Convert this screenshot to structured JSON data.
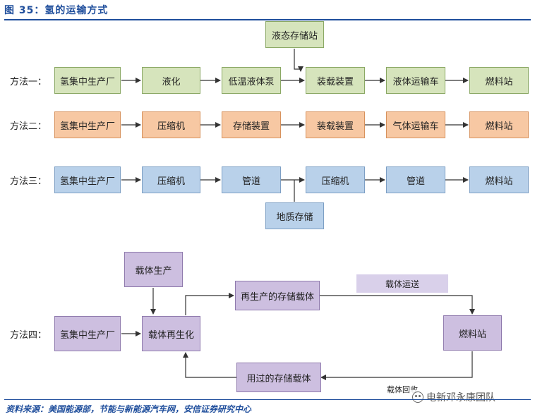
{
  "title": "图 35：氢的运输方式",
  "source": "资料来源：美国能源部，节能与新能源汽车网，安信证券研究中心",
  "watermark": "电新邓永康团队",
  "method1": {
    "label": "方法一：",
    "top_box": "液态存储站",
    "steps": [
      "氢集中生产厂",
      "液化",
      "低温液体泵",
      "装载装置",
      "液体运输车",
      "燃料站"
    ]
  },
  "method2": {
    "label": "方法二：",
    "steps": [
      "氢集中生产厂",
      "压缩机",
      "存储装置",
      "装载装置",
      "气体运输车",
      "燃料站"
    ]
  },
  "method3": {
    "label": "方法三：",
    "bottom_box": "地质存储",
    "steps": [
      "氢集中生产厂",
      "压缩机",
      "管道",
      "压缩机",
      "管道",
      "燃料站"
    ]
  },
  "method4": {
    "label": "方法四：",
    "producer": "氢集中生产厂",
    "carrier_production": "载体生产",
    "regeneration": "载体再生化",
    "regenerated_carrier": "再生产的存储载体",
    "transport_note": "载体运送",
    "fuel_station": "燃料站",
    "used_carrier": "用过的存储载体",
    "recovery_note": "载体回收"
  },
  "colors": {
    "method1": "#d6e4bc",
    "method2": "#f7c8a3",
    "method3": "#b9d1ea",
    "method4": "#cdbfe0",
    "title": "#1f4e9c"
  }
}
